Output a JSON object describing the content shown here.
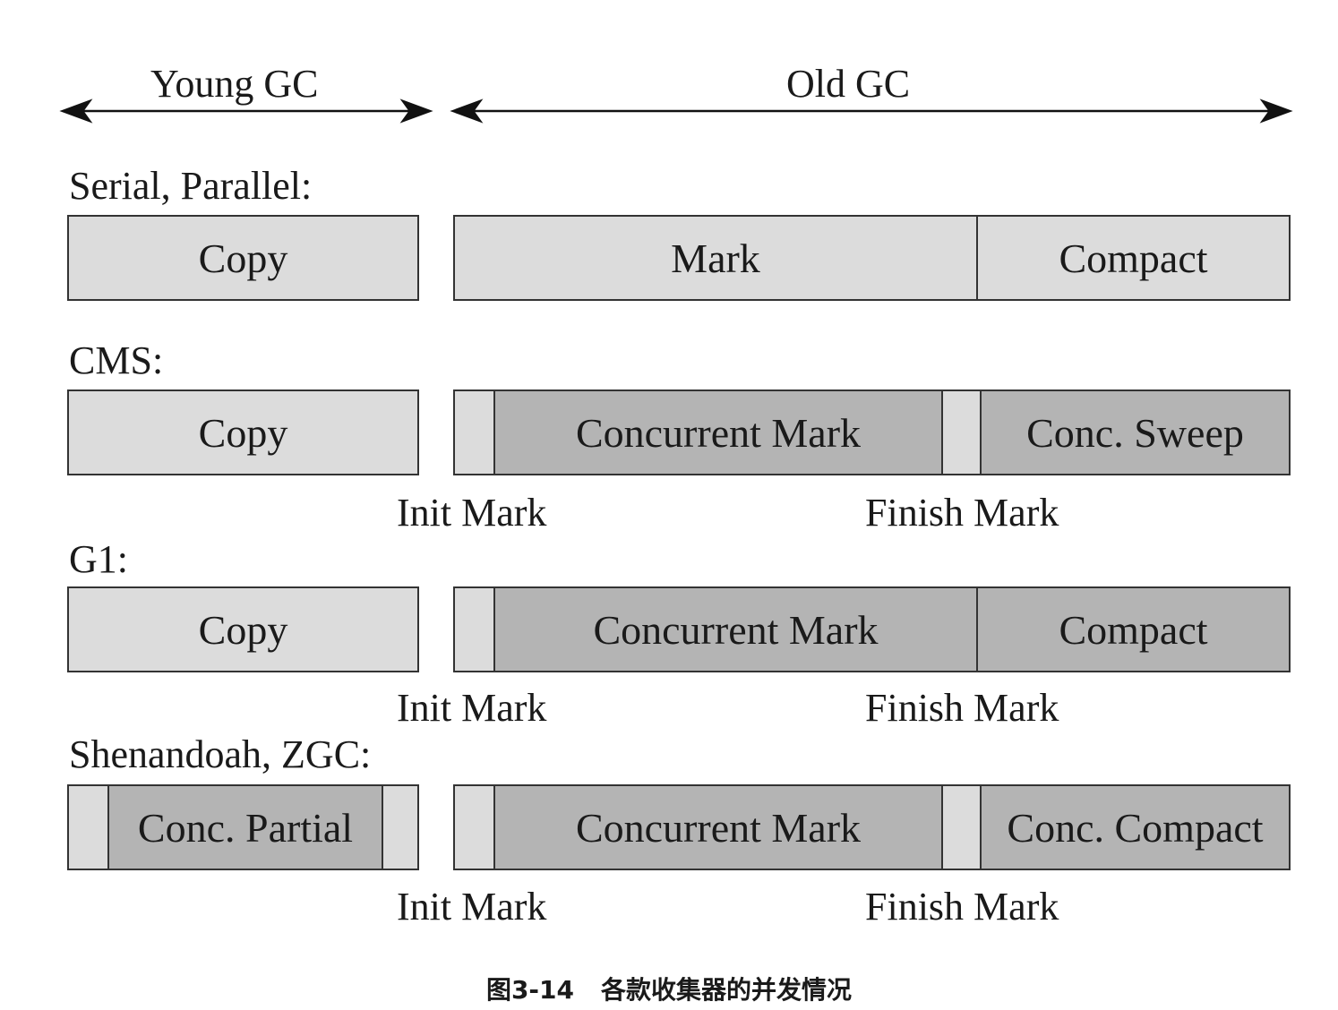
{
  "header": {
    "young_label": "Young GC",
    "old_label": "Old GC"
  },
  "rows": {
    "serial": {
      "label": "Serial, Parallel:",
      "copy": "Copy",
      "mark": "Mark",
      "compact": "Compact"
    },
    "cms": {
      "label": "CMS:",
      "copy": "Copy",
      "concurrent_mark": "Concurrent Mark",
      "conc_sweep": "Conc. Sweep",
      "init_mark": "Init Mark",
      "finish_mark": "Finish Mark"
    },
    "g1": {
      "label": "G1:",
      "copy": "Copy",
      "concurrent_mark": "Concurrent Mark",
      "compact": "Compact",
      "init_mark": "Init Mark",
      "finish_mark": "Finish Mark"
    },
    "shenandoah": {
      "label": "Shenandoah, ZGC:",
      "conc_partial": "Conc. Partial",
      "concurrent_mark": "Concurrent Mark",
      "conc_compact": "Conc. Compact",
      "init_mark": "Init Mark",
      "finish_mark": "Finish Mark"
    }
  },
  "caption": {
    "number": "图3-14",
    "text": "各款收集器的并发情况"
  }
}
